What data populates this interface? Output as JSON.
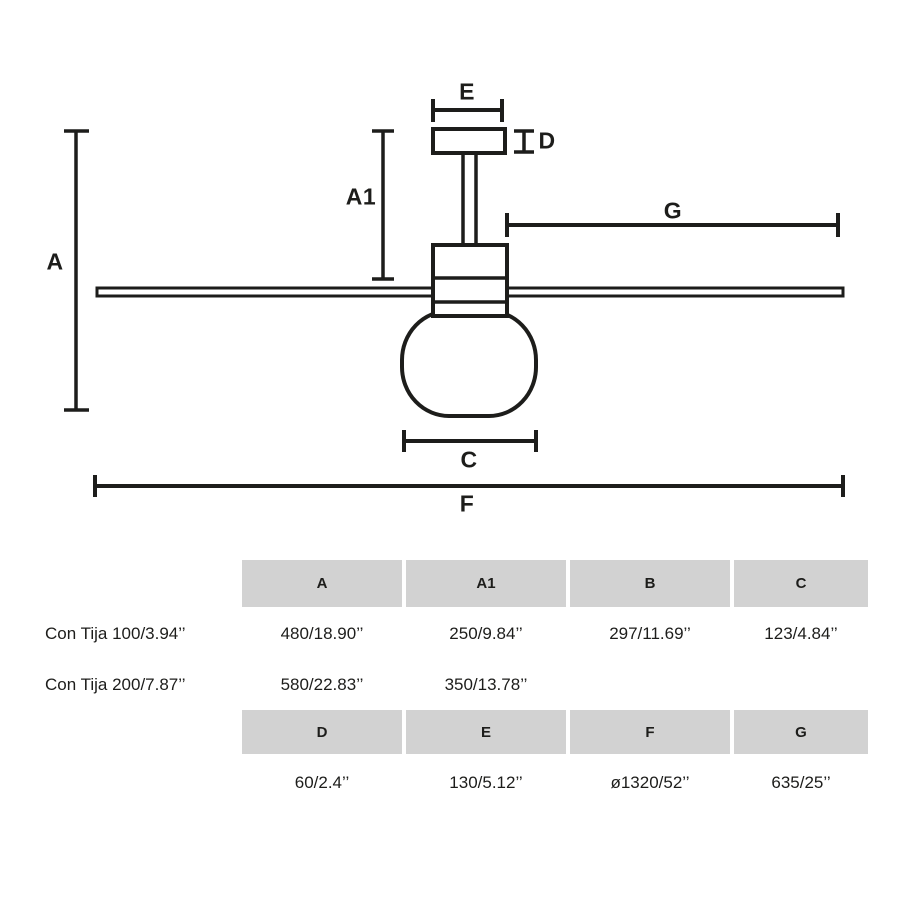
{
  "diagram": {
    "labels": {
      "a": "A",
      "a1": "A1",
      "c": "C",
      "d": "D",
      "e": "E",
      "f": "F",
      "g": "G"
    }
  },
  "table": {
    "headers_top": [
      "A",
      "A1",
      "B",
      "C"
    ],
    "headers_bottom": [
      "D",
      "E",
      "F",
      "G"
    ],
    "row_100": {
      "label": "Con Tija 100/3.94’’",
      "a": "480/18.90’’",
      "a1": "250/9.84’’",
      "b": "297/11.69’’",
      "c": "123/4.84’’"
    },
    "row_200": {
      "label": "Con Tija 200/7.87’’",
      "a": "580/22.83’’",
      "a1": "350/13.78’’",
      "b": "",
      "c": ""
    },
    "row_defg": {
      "d": "60/2.4’’",
      "e": "130/5.12’’",
      "f": "ø1320/52’’",
      "g": "635/25’’"
    }
  },
  "colors": {
    "line": "#1d1d1b",
    "header_bg": "#d2d2d2"
  }
}
